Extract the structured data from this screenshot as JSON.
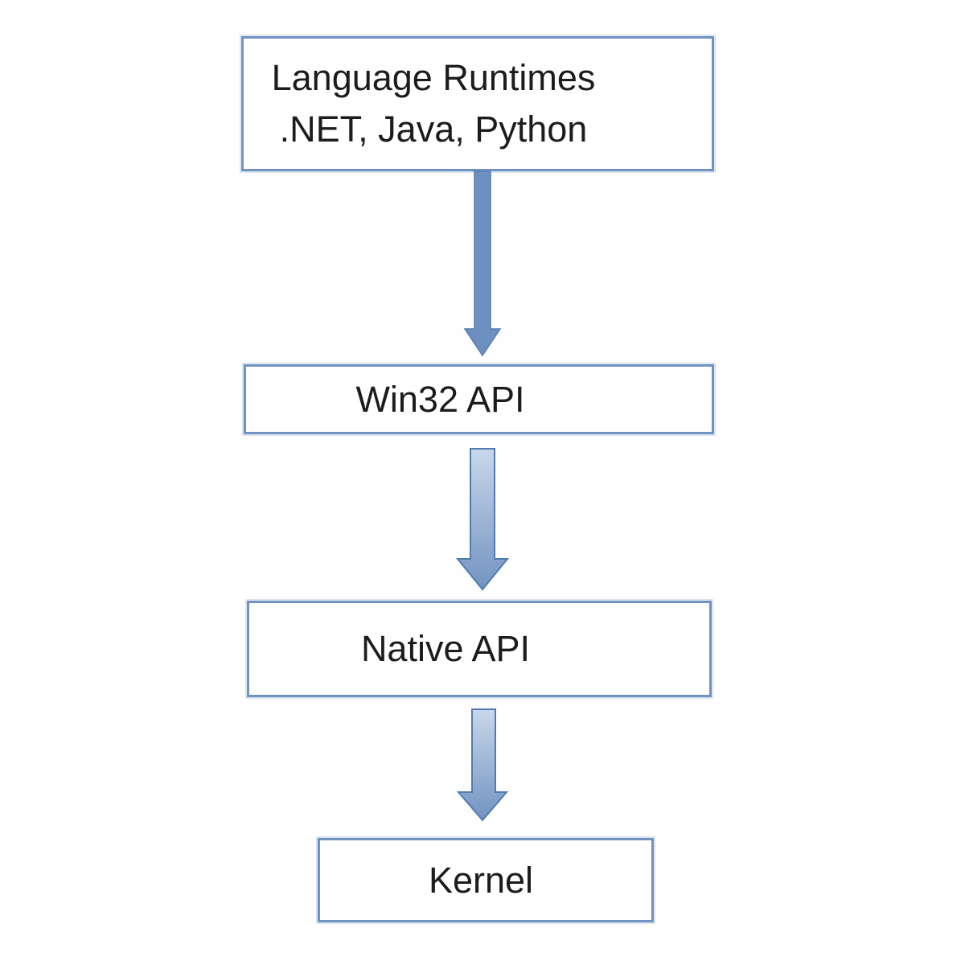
{
  "diagram": {
    "nodes": [
      {
        "name": "language-runtimes",
        "line1": "Language Runtimes",
        "line2": ".NET, Java, Python"
      },
      {
        "name": "win32-api",
        "line1": "Win32 API"
      },
      {
        "name": "native-api",
        "line1": "Native API"
      },
      {
        "name": "kernel",
        "line1": "Kernel"
      }
    ],
    "connectors": [
      {
        "from": "language-runtimes",
        "to": "win32-api",
        "style": "solid-down-arrow"
      },
      {
        "from": "win32-api",
        "to": "native-api",
        "style": "gradient-down-arrow"
      },
      {
        "from": "native-api",
        "to": "kernel",
        "style": "gradient-down-arrow"
      }
    ],
    "colors": {
      "background": "#fefefe",
      "box_fill": "#ffffff",
      "box_border": "#7092c2",
      "text": "#1c1c1c",
      "arrow_solid_fill": "#6d90c0",
      "arrow_solid_stroke": "#567daf",
      "arrow_stroke": "#4f7db2",
      "arrow_gradient_top": "#c9d7ea",
      "arrow_gradient_bottom": "#7293c1"
    }
  }
}
